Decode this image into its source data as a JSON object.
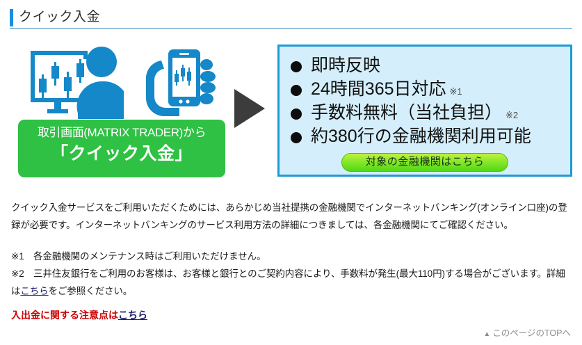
{
  "header": {
    "title": "クイック入金",
    "accent_color": "#1b8fe0",
    "rule_color": "#2f8cbe"
  },
  "hero": {
    "illustration": {
      "monitor_icon": "monitor-candlestick-person-icon",
      "phone_icon": "hand-holding-smartphone-icon",
      "icon_color": "#1488c8"
    },
    "callout": {
      "line1": "取引画面(MATRIX TRADER)から",
      "line2": "「クイック入金」",
      "background_color": "#2ec143",
      "text_color": "#ffffff"
    },
    "arrow": {
      "icon": "right-triangle-arrow-icon",
      "color": "#3c3c3c"
    },
    "feature_box": {
      "background_color": "#d4eefb",
      "border_color": "#1d9ad6",
      "items": [
        {
          "text": "即時反映",
          "note": ""
        },
        {
          "text": "24時間365日対応",
          "note": "※1"
        },
        {
          "text": "手数料無料（当社負担）",
          "note": "※2"
        },
        {
          "text": "約380行の金融機関利用可能",
          "note": ""
        }
      ],
      "button_label": "対象の金融機関はこちら",
      "button_color": "#8ae82a"
    }
  },
  "body": {
    "paragraph": "クイック入金サービスをご利用いただくためには、あらかじめ当社提携の金融機関でインターネットバンキング(オンライン口座)の登録が必要です。インターネットバンキングのサービス利用方法の詳細につきましては、各金融機関にてご確認ください。"
  },
  "notes": {
    "note1": "※1　各金融機関のメンテナンス時はご利用いただけません。",
    "note2_part1": "※2　三井住友銀行をご利用のお客様は、お客様と銀行とのご契約内容により、手数料が発生(最大110円)する場合がございます。詳細は",
    "note2_link": "こちら",
    "note2_part2": "をご参照ください。"
  },
  "alert": {
    "text": "入出金に関する注意点は",
    "link": "こちら",
    "text_color": "#cc0000",
    "link_color": "#1a1a6e"
  },
  "page_top": {
    "triangle": "▲",
    "label": "このページのTOPへ",
    "color": "#8c8c8c"
  }
}
